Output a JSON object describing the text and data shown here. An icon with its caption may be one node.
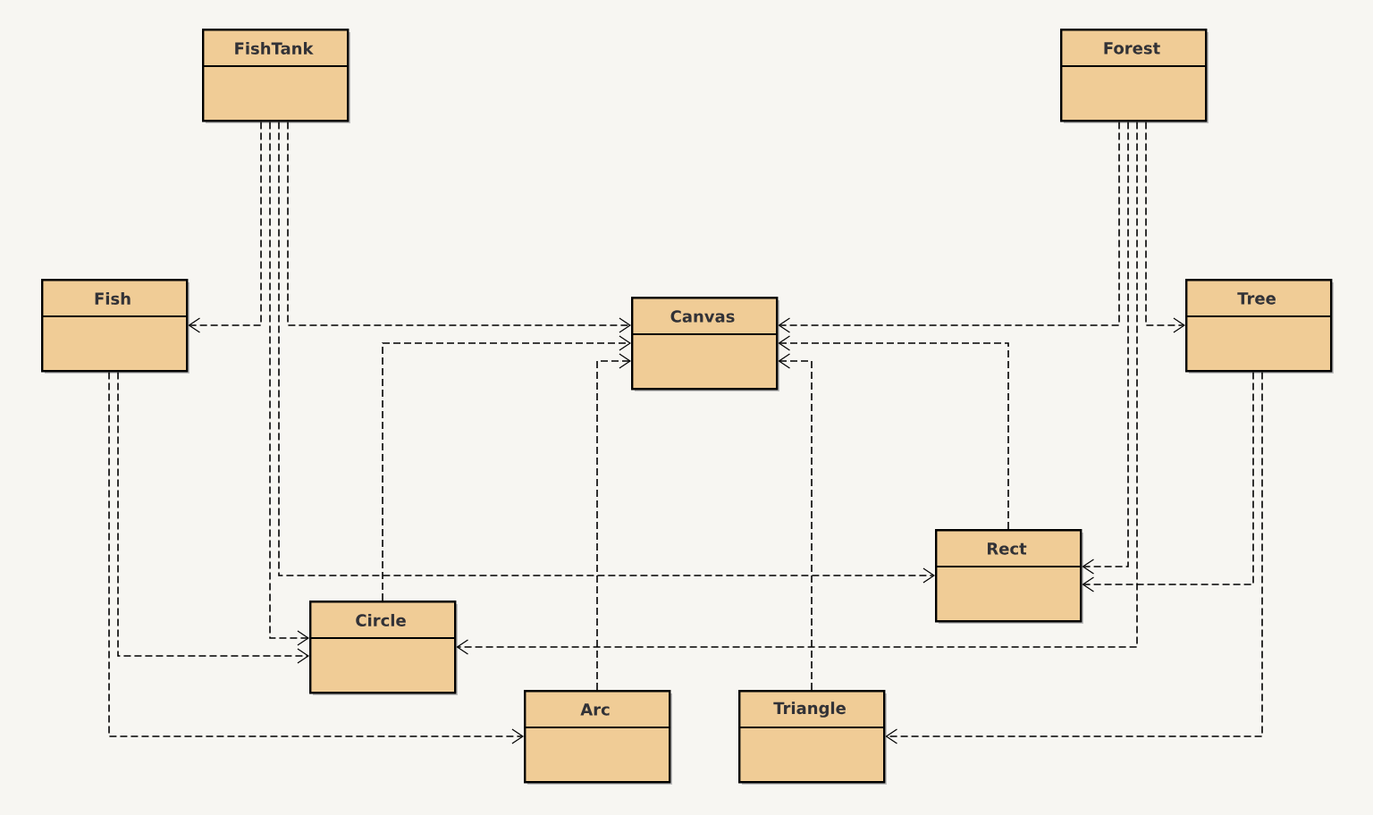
{
  "diagram": {
    "nodes": [
      {
        "text": [
          "FishTank"
        ]
      },
      {
        "text": [
          "Forest"
        ]
      },
      {
        "text": [
          "Fish"
        ]
      },
      {
        "text": [
          "Canvas"
        ]
      },
      {
        "text": [
          "Tree"
        ]
      },
      {
        "text": [
          "Rect"
        ]
      },
      {
        "text": [
          "Circle"
        ]
      },
      {
        "text": [
          "Arc"
        ]
      },
      {
        "text": [
          "Triangle"
        ]
      }
    ],
    "edges": [
      {
        "from": 0,
        "to": 2,
        "arrow": "to",
        "style": "dashed"
      },
      {
        "from": 0,
        "to": 3,
        "arrow": "to",
        "style": "dashed"
      },
      {
        "from": 0,
        "to": 6,
        "arrow": "to",
        "style": "dashed"
      },
      {
        "from": 0,
        "to": 5,
        "arrow": "to",
        "style": "dashed"
      },
      {
        "from": 1,
        "to": 3,
        "arrow": "to",
        "style": "dashed"
      },
      {
        "from": 1,
        "to": 4,
        "arrow": "to",
        "style": "dashed"
      },
      {
        "from": 1,
        "to": 5,
        "arrow": "to",
        "style": "dashed"
      },
      {
        "from": 1,
        "to": 6,
        "arrow": "to",
        "style": "dashed"
      },
      {
        "from": 2,
        "to": 6,
        "arrow": "to",
        "style": "dashed"
      },
      {
        "from": 2,
        "to": 7,
        "arrow": "to",
        "style": "dashed"
      },
      {
        "from": 4,
        "to": 5,
        "arrow": "to",
        "style": "dashed"
      },
      {
        "from": 4,
        "to": 8,
        "arrow": "to",
        "style": "dashed"
      },
      {
        "from": 6,
        "to": 3,
        "arrow": "to",
        "style": "dashed"
      },
      {
        "from": 7,
        "to": 3,
        "arrow": "to",
        "style": "dashed"
      },
      {
        "from": 5,
        "to": 3,
        "arrow": "to",
        "style": "dashed"
      },
      {
        "from": 8,
        "to": 3,
        "arrow": "to",
        "style": "dashed"
      }
    ]
  }
}
